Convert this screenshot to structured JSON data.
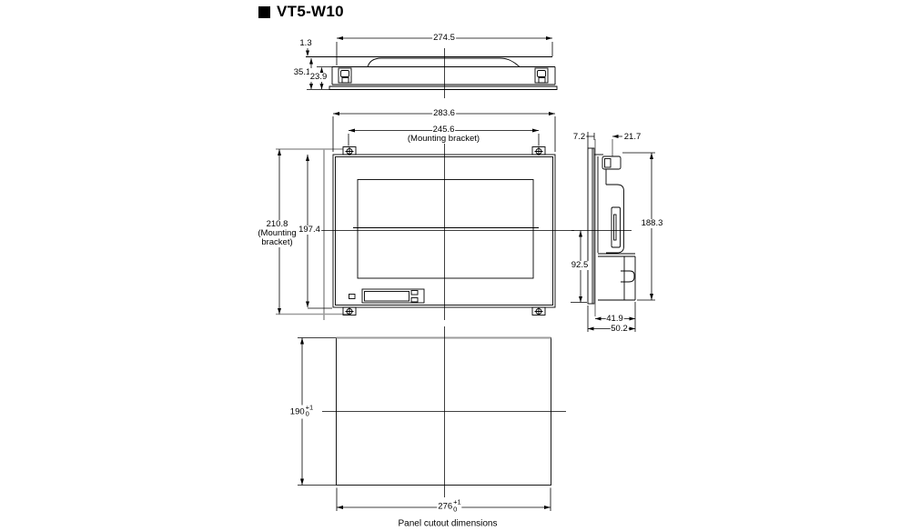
{
  "title": {
    "model": "VT5-W10",
    "bullet_icon": "filled-square"
  },
  "dimensions": {
    "top_view": {
      "overall_width": "274.5",
      "front_lip": "1.3",
      "total_height": "35.1",
      "body_height": "23.9"
    },
    "front_view": {
      "overall_width": "283.6",
      "mounting_bracket_width": "245.6",
      "mounting_bracket_width_note": "(Mounting bracket)",
      "mounting_bracket_height": "210.8",
      "mounting_bracket_height_note_line1": "(Mounting",
      "mounting_bracket_height_note_line2": "bracket)",
      "panel_height": "197.4"
    },
    "side_view": {
      "front_bezel_depth": "7.2",
      "front_section_depth": "21.7",
      "overall_height": "188.3",
      "center_to_bottom": "92.5",
      "body_depth": "41.9",
      "overall_depth": "50.2"
    },
    "panel_cutout": {
      "height": "190",
      "height_tolerance_upper": "+1",
      "height_tolerance_lower": "0",
      "width": "276",
      "width_tolerance_upper": "+1",
      "width_tolerance_lower": "0",
      "caption": "Panel cutout dimensions"
    }
  },
  "colors": {
    "line": "#000000",
    "extension_line": "#9c9c9c",
    "background": "#ffffff"
  }
}
